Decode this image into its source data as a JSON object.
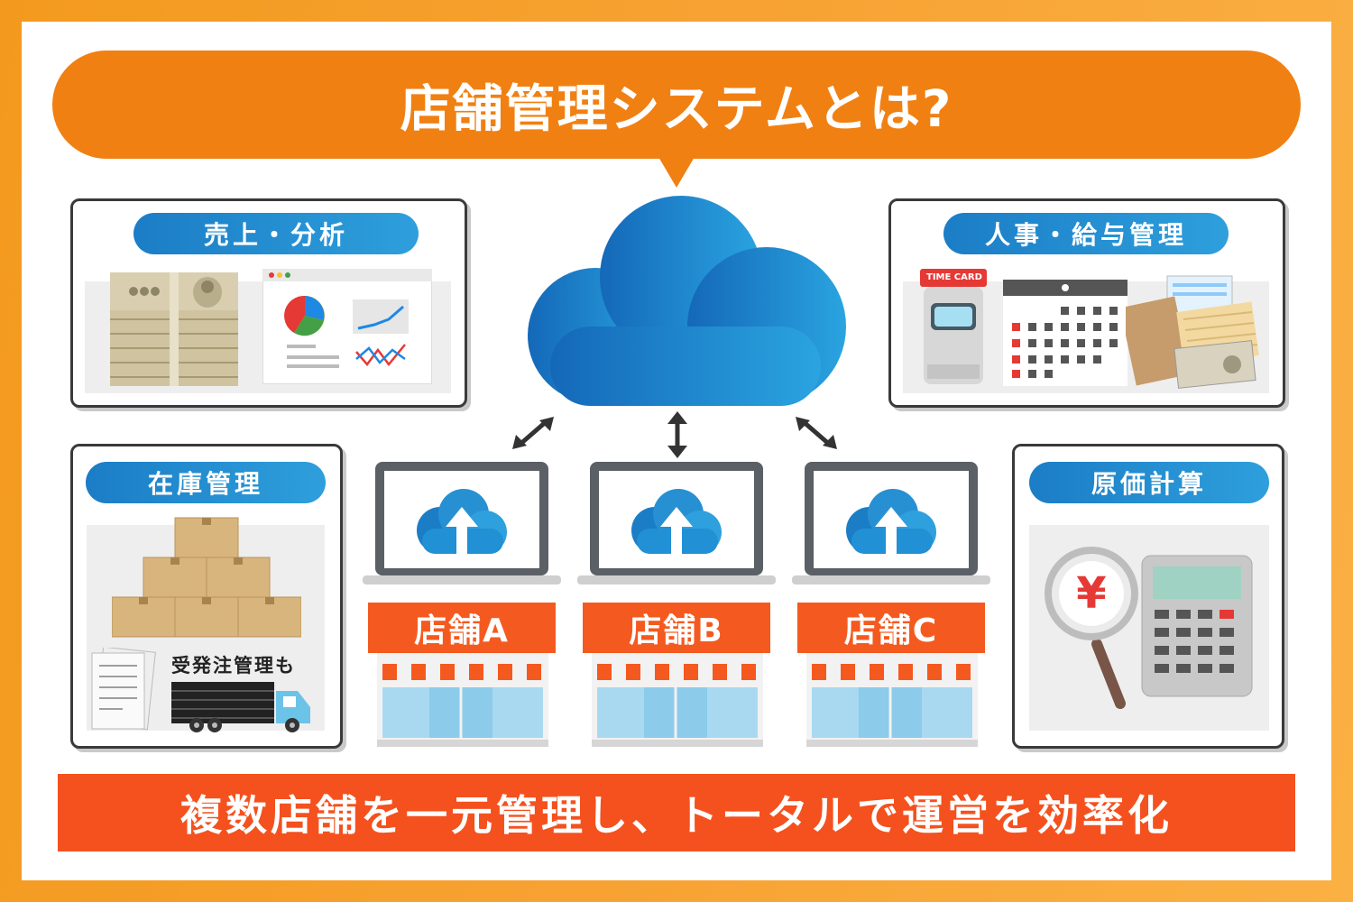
{
  "title": "店舗管理システムとは?",
  "cards": {
    "sales": {
      "label": "売上・分析"
    },
    "hr": {
      "label": "人事・給与管理",
      "timecard_label": "TIME CARD"
    },
    "inventory": {
      "label": "在庫管理",
      "note": "受発注管理も"
    },
    "cost": {
      "label": "原価計算"
    }
  },
  "stores": [
    {
      "label": "店舗A"
    },
    {
      "label": "店舗B"
    },
    {
      "label": "店舗C"
    }
  ],
  "footer": "複数店舗を一元管理し、トータルで運営を効率化",
  "colors": {
    "frame": "#f7a233",
    "title_bubble": "#f18012",
    "pill_blue": "#1b7dc6",
    "store_sign": "#f45a1f",
    "footer_bar": "#f4511e",
    "cloud_blue": "#1a7cc5"
  },
  "icons": [
    "cloud-icon",
    "upload-cloud-icon",
    "laptop-icon",
    "arrow-icon",
    "money-icon",
    "pie-chart-icon",
    "trend-chart-icon",
    "time-card-icon",
    "calendar-icon",
    "envelope-icon",
    "box-icon",
    "truck-icon",
    "document-icon",
    "magnifier-yen-icon",
    "calculator-icon",
    "store-icon"
  ]
}
